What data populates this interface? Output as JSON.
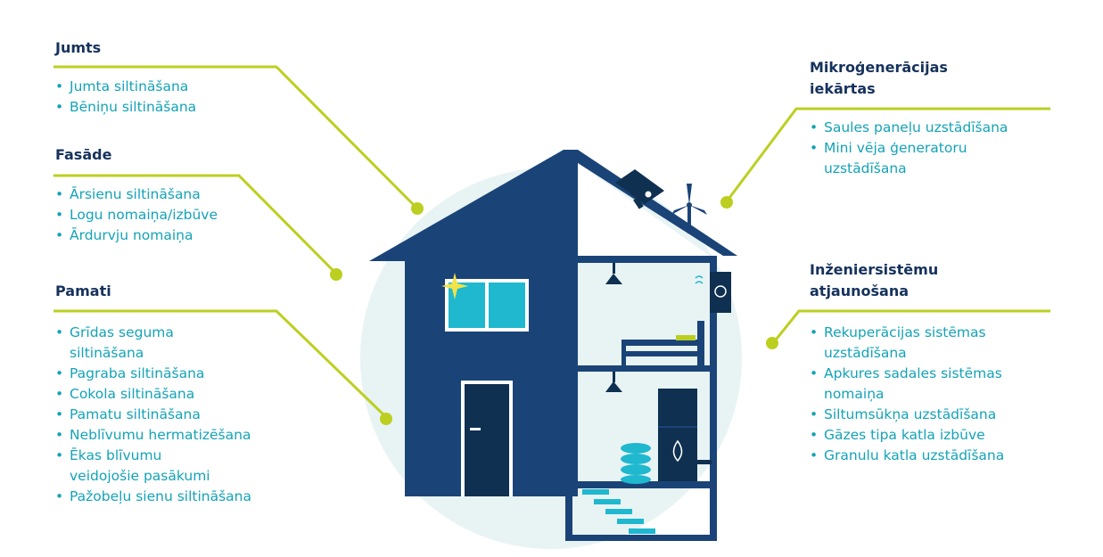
{
  "colors": {
    "navy": "#16325c",
    "house_blue": "#1a4478",
    "lime": "#bccf20",
    "teal_text": "#14a3b7",
    "accent_cyan": "#1fb8cf",
    "circle_bg": "#e8f3f4"
  },
  "groups": {
    "jumts": {
      "title": "Jumts",
      "items": [
        "Jumta siltināšana",
        "Bēniņu siltināšana"
      ]
    },
    "fasade": {
      "title": "Fasāde",
      "items": [
        "Ārsienu siltināšana",
        "Logu nomaiņa/izbūve",
        "Ārdurvju nomaiņa"
      ]
    },
    "pamati": {
      "title": "Pamati",
      "items": [
        "Grīdas seguma siltināšana",
        "Pagraba siltināšana",
        "Cokola siltināšana",
        "Pamatu siltināšana",
        "Neblīvumu hermatizēšana",
        "Ēkas blīvumu veidojošie pasākumi",
        "Pažobeļu sienu siltināšana"
      ]
    },
    "mikro": {
      "title": "Mikroģenerācijas iekārtas",
      "items": [
        "Saules paneļu uzstādīšana",
        "Mini vēja ģeneratoru uzstādīšana"
      ]
    },
    "inzenier": {
      "title": "Inženiersistēmu atjaunošana",
      "items": [
        "Rekuperācijas sistēmas uzstādīšana",
        "Apkures sadales sistēmas nomaiņa",
        "Siltumsūkņa uzstādīšana",
        "Gāzes tipa katla izbūve",
        "Granulu katla uzstādīšana"
      ]
    }
  }
}
